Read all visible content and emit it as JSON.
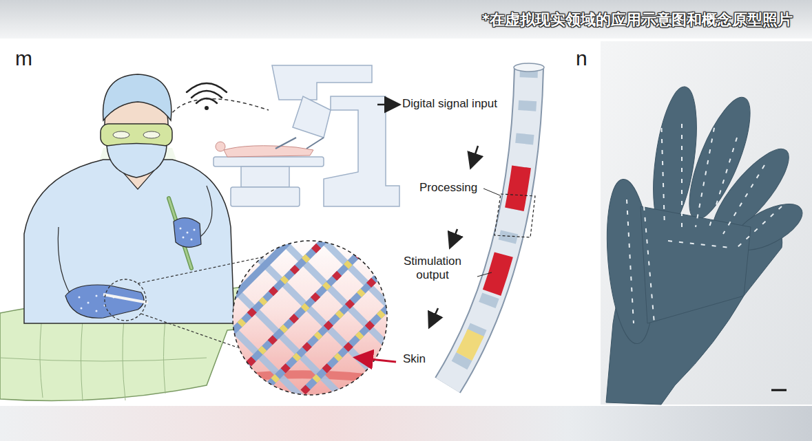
{
  "diagram": {
    "caption": "*在虚拟现实领域的应用示意图和概念原型照片",
    "labels": [
      "m",
      "n",
      "Digital signal input",
      "Processing",
      "Stimulation output",
      "Skin"
    ]
  }
}
